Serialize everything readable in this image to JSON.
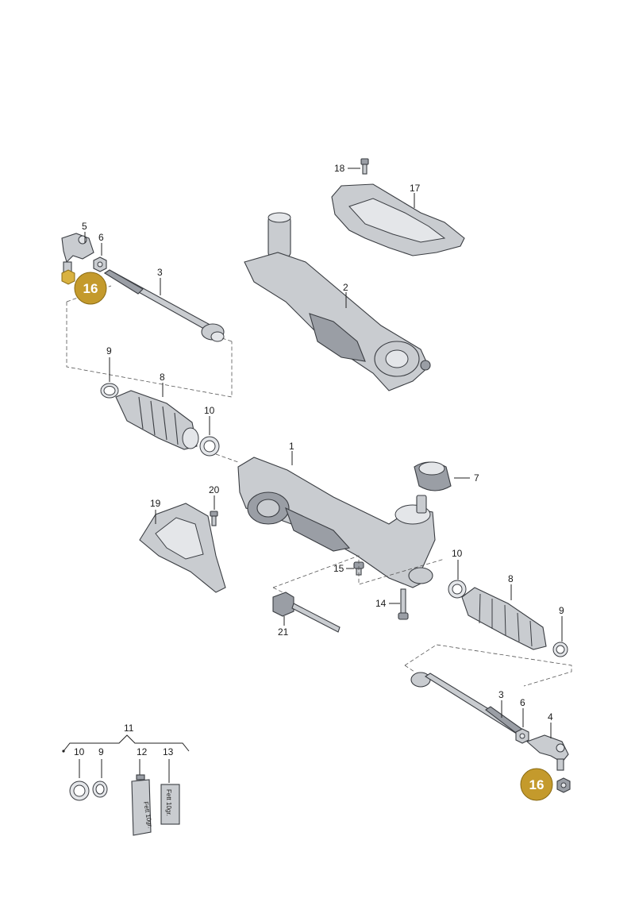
{
  "labels": {
    "p1": "1",
    "p2": "2",
    "p3_top": "3",
    "p3_bot": "3",
    "p4": "4",
    "p5": "5",
    "p6_top": "6",
    "p6_bot": "6",
    "p7": "7",
    "p8_top": "8",
    "p8_bot": "8",
    "p9_top": "9",
    "p9_bot": "9",
    "p9_kit": "9",
    "p10_top": "10",
    "p10_bot": "10",
    "p10_kit": "10",
    "p11": "11",
    "p12": "12",
    "p13": "13",
    "p14": "14",
    "p15": "15",
    "p17": "17",
    "p18": "18",
    "p19": "19",
    "p20": "20",
    "p21": "21"
  },
  "badges": {
    "top": "16",
    "bottom": "16"
  },
  "tube_text": "Fett 10gr.",
  "box_text": "Fett 10gr.",
  "colors": {
    "badge": "#c49a2c",
    "part": "#c9ccd0",
    "outline": "#3a3d42"
  }
}
